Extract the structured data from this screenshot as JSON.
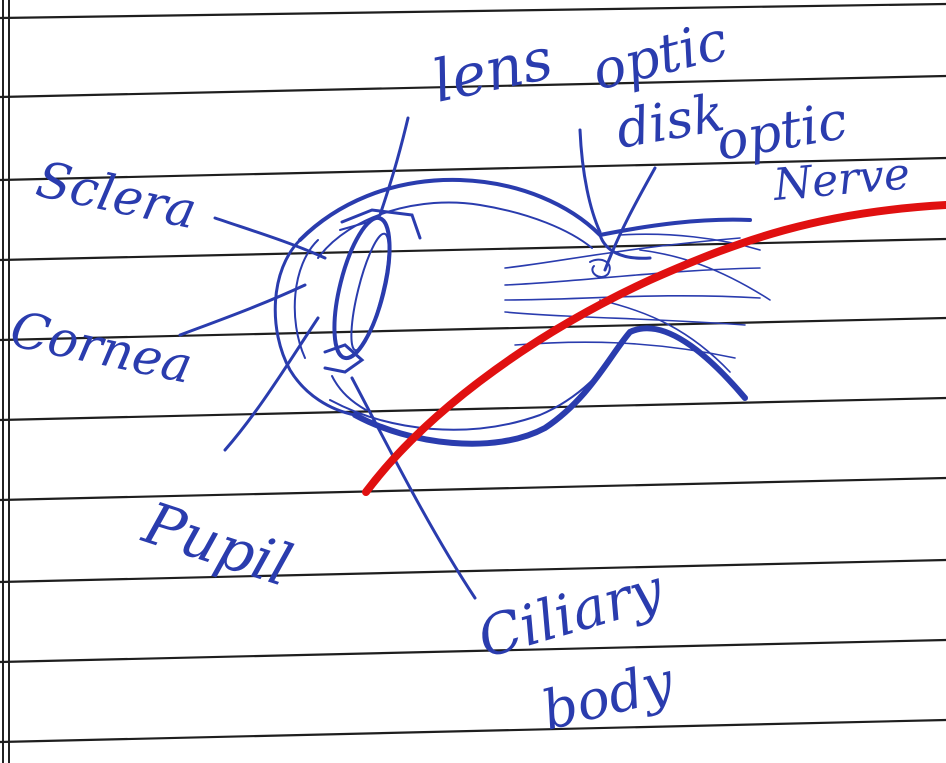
{
  "diagram": {
    "subject": "",
    "labels": {
      "lens": "lens",
      "optic_disk_1": "optic",
      "optic_disk_2": "disk",
      "optic_nerve_1": "optic",
      "optic_nerve_2": "Nerve",
      "sclera": "Sclera",
      "cornea": "Cornea",
      "pupil": "Pupil",
      "ciliary_body_1": "Ciliary",
      "ciliary_body_2": "body"
    },
    "colors": {
      "paper": "#ffffff",
      "ruled_line": "#1e1e1e",
      "ink": "#2a3cae",
      "correction_mark": "#e01010"
    }
  }
}
